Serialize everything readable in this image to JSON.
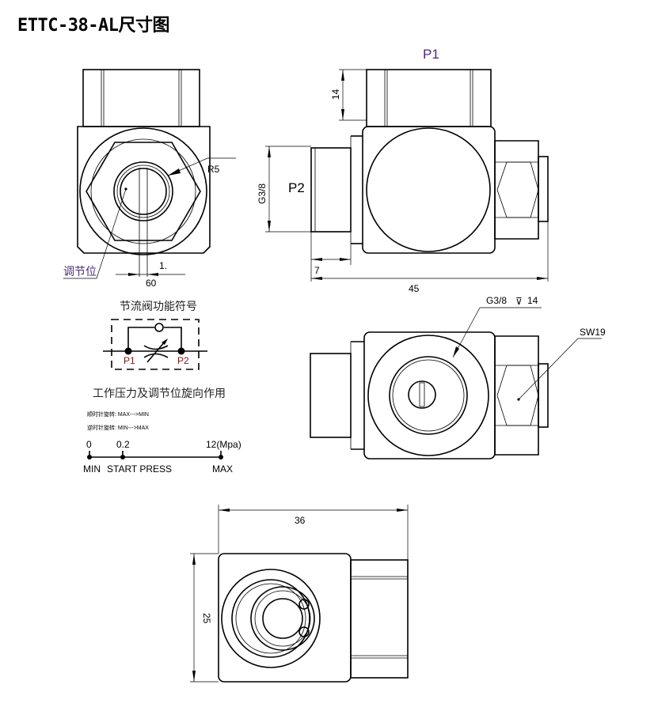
{
  "title": "ETTC-38-AL尺寸图",
  "front_view": {
    "r_label": "R5",
    "adjust_label": "调节位",
    "dim_slot_a": "1.",
    "dim_slot_b": "60"
  },
  "side_view": {
    "port_top": "P1",
    "port_side": "P2",
    "dim_top": "14",
    "dim_thread": "G3/8",
    "dim_port": "7",
    "dim_length": "45"
  },
  "symbol": {
    "title": "节流阀功能符号",
    "p1": "P1",
    "p2": "P2"
  },
  "pressure": {
    "title": "工作压力及调节位旋向作用",
    "cw_note": "顺时针旋转: MAX--->MIN",
    "ccw_note": "逆时针旋转: MIN--->MAX",
    "ticks": [
      {
        "value": "0",
        "label": "MIN"
      },
      {
        "value": "0.2",
        "label": "START PRESS"
      },
      {
        "value": "12(Mpa)",
        "label": "MAX"
      }
    ]
  },
  "port_view": {
    "thread_label": "G3/8",
    "depth_symbol": "⊽",
    "depth": "14",
    "hex_label": "SW19"
  },
  "bottom_view": {
    "dim_width": "36",
    "dim_height": "25"
  }
}
